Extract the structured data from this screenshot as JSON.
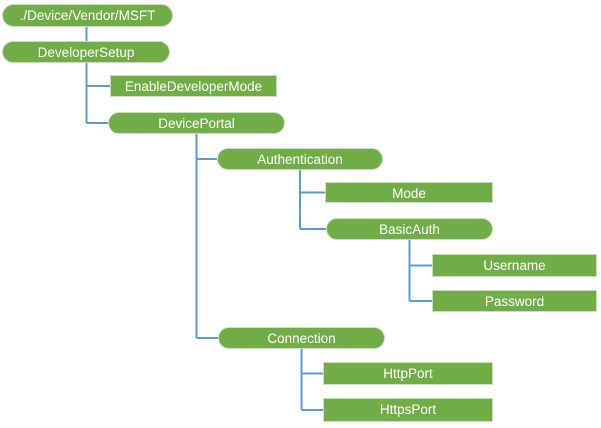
{
  "diagram": {
    "type": "tree",
    "nodes": [
      {
        "id": "root",
        "label": "./Device/Vendor/MSFT",
        "shape": "pill",
        "parent": null
      },
      {
        "id": "developersetup",
        "label": "DeveloperSetup",
        "shape": "pill",
        "parent": "./Device/Vendor/MSFT"
      },
      {
        "id": "enabledevelopermode",
        "label": "EnableDeveloperMode",
        "shape": "rect",
        "parent": "DeveloperSetup"
      },
      {
        "id": "deviceportal",
        "label": "DevicePortal",
        "shape": "pill",
        "parent": "DeveloperSetup"
      },
      {
        "id": "authentication",
        "label": "Authentication",
        "shape": "pill",
        "parent": "DevicePortal"
      },
      {
        "id": "mode",
        "label": "Mode",
        "shape": "rect",
        "parent": "Authentication"
      },
      {
        "id": "basicauth",
        "label": "BasicAuth",
        "shape": "pill",
        "parent": "Authentication"
      },
      {
        "id": "username",
        "label": "Username",
        "shape": "rect",
        "parent": "BasicAuth"
      },
      {
        "id": "password",
        "label": "Password",
        "shape": "rect",
        "parent": "BasicAuth"
      },
      {
        "id": "connection",
        "label": "Connection",
        "shape": "pill",
        "parent": "DevicePortal"
      },
      {
        "id": "httpport",
        "label": "HttpPort",
        "shape": "rect",
        "parent": "Connection"
      },
      {
        "id": "httpsport",
        "label": "HttpsPort",
        "shape": "rect",
        "parent": "Connection"
      }
    ],
    "colors": {
      "node_fill": "#70AD47",
      "node_border": "#CFDCC5",
      "node_text": "#FFFFFF",
      "connector": "#5B9BD5",
      "background": "#FFFFFF"
    }
  }
}
